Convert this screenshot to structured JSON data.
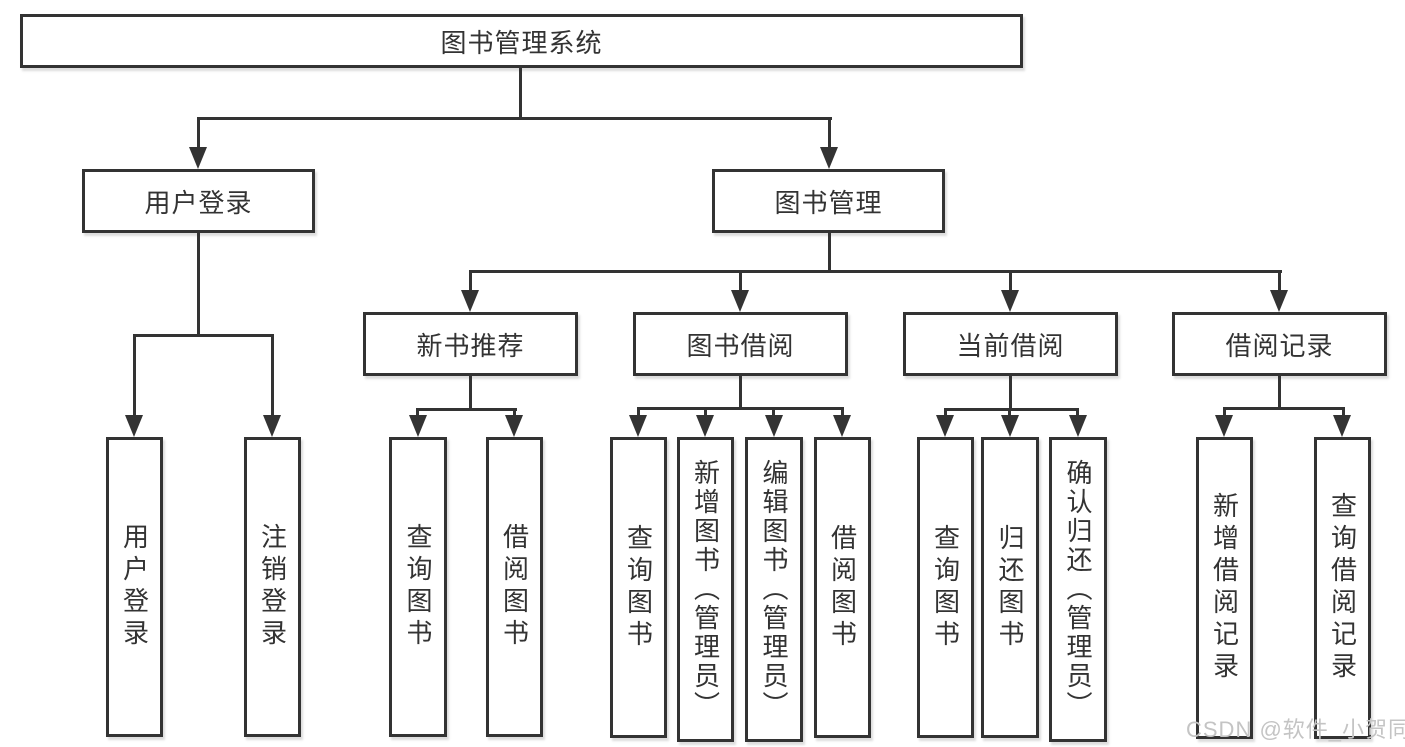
{
  "diagram_title": "图书管理系统",
  "tree": {
    "root": {
      "label": "图书管理系统"
    },
    "children": [
      {
        "label": "用户登录",
        "children": [
          {
            "label": "用户登录"
          },
          {
            "label": "注销登录"
          }
        ]
      },
      {
        "label": "图书管理",
        "children": [
          {
            "label": "新书推荐",
            "children": [
              {
                "label": "查询图书"
              },
              {
                "label": "借阅图书"
              }
            ]
          },
          {
            "label": "图书借阅",
            "children": [
              {
                "label": "查询图书"
              },
              {
                "label": "新增图书（管理员）"
              },
              {
                "label": "编辑图书（管理员）"
              },
              {
                "label": "借阅图书"
              }
            ]
          },
          {
            "label": "当前借阅",
            "children": [
              {
                "label": "查询图书"
              },
              {
                "label": "归还图书"
              },
              {
                "label": "确认归还（管理员）"
              }
            ]
          },
          {
            "label": "借阅记录",
            "children": [
              {
                "label": "新增借阅记录"
              },
              {
                "label": "查询借阅记录"
              }
            ]
          }
        ]
      }
    ]
  },
  "watermark": "CSDN @软件_小贺同学",
  "colors": {
    "line": "#333333",
    "text": "#333333",
    "background": "#ffffff",
    "watermark": "#c4c4c4"
  }
}
